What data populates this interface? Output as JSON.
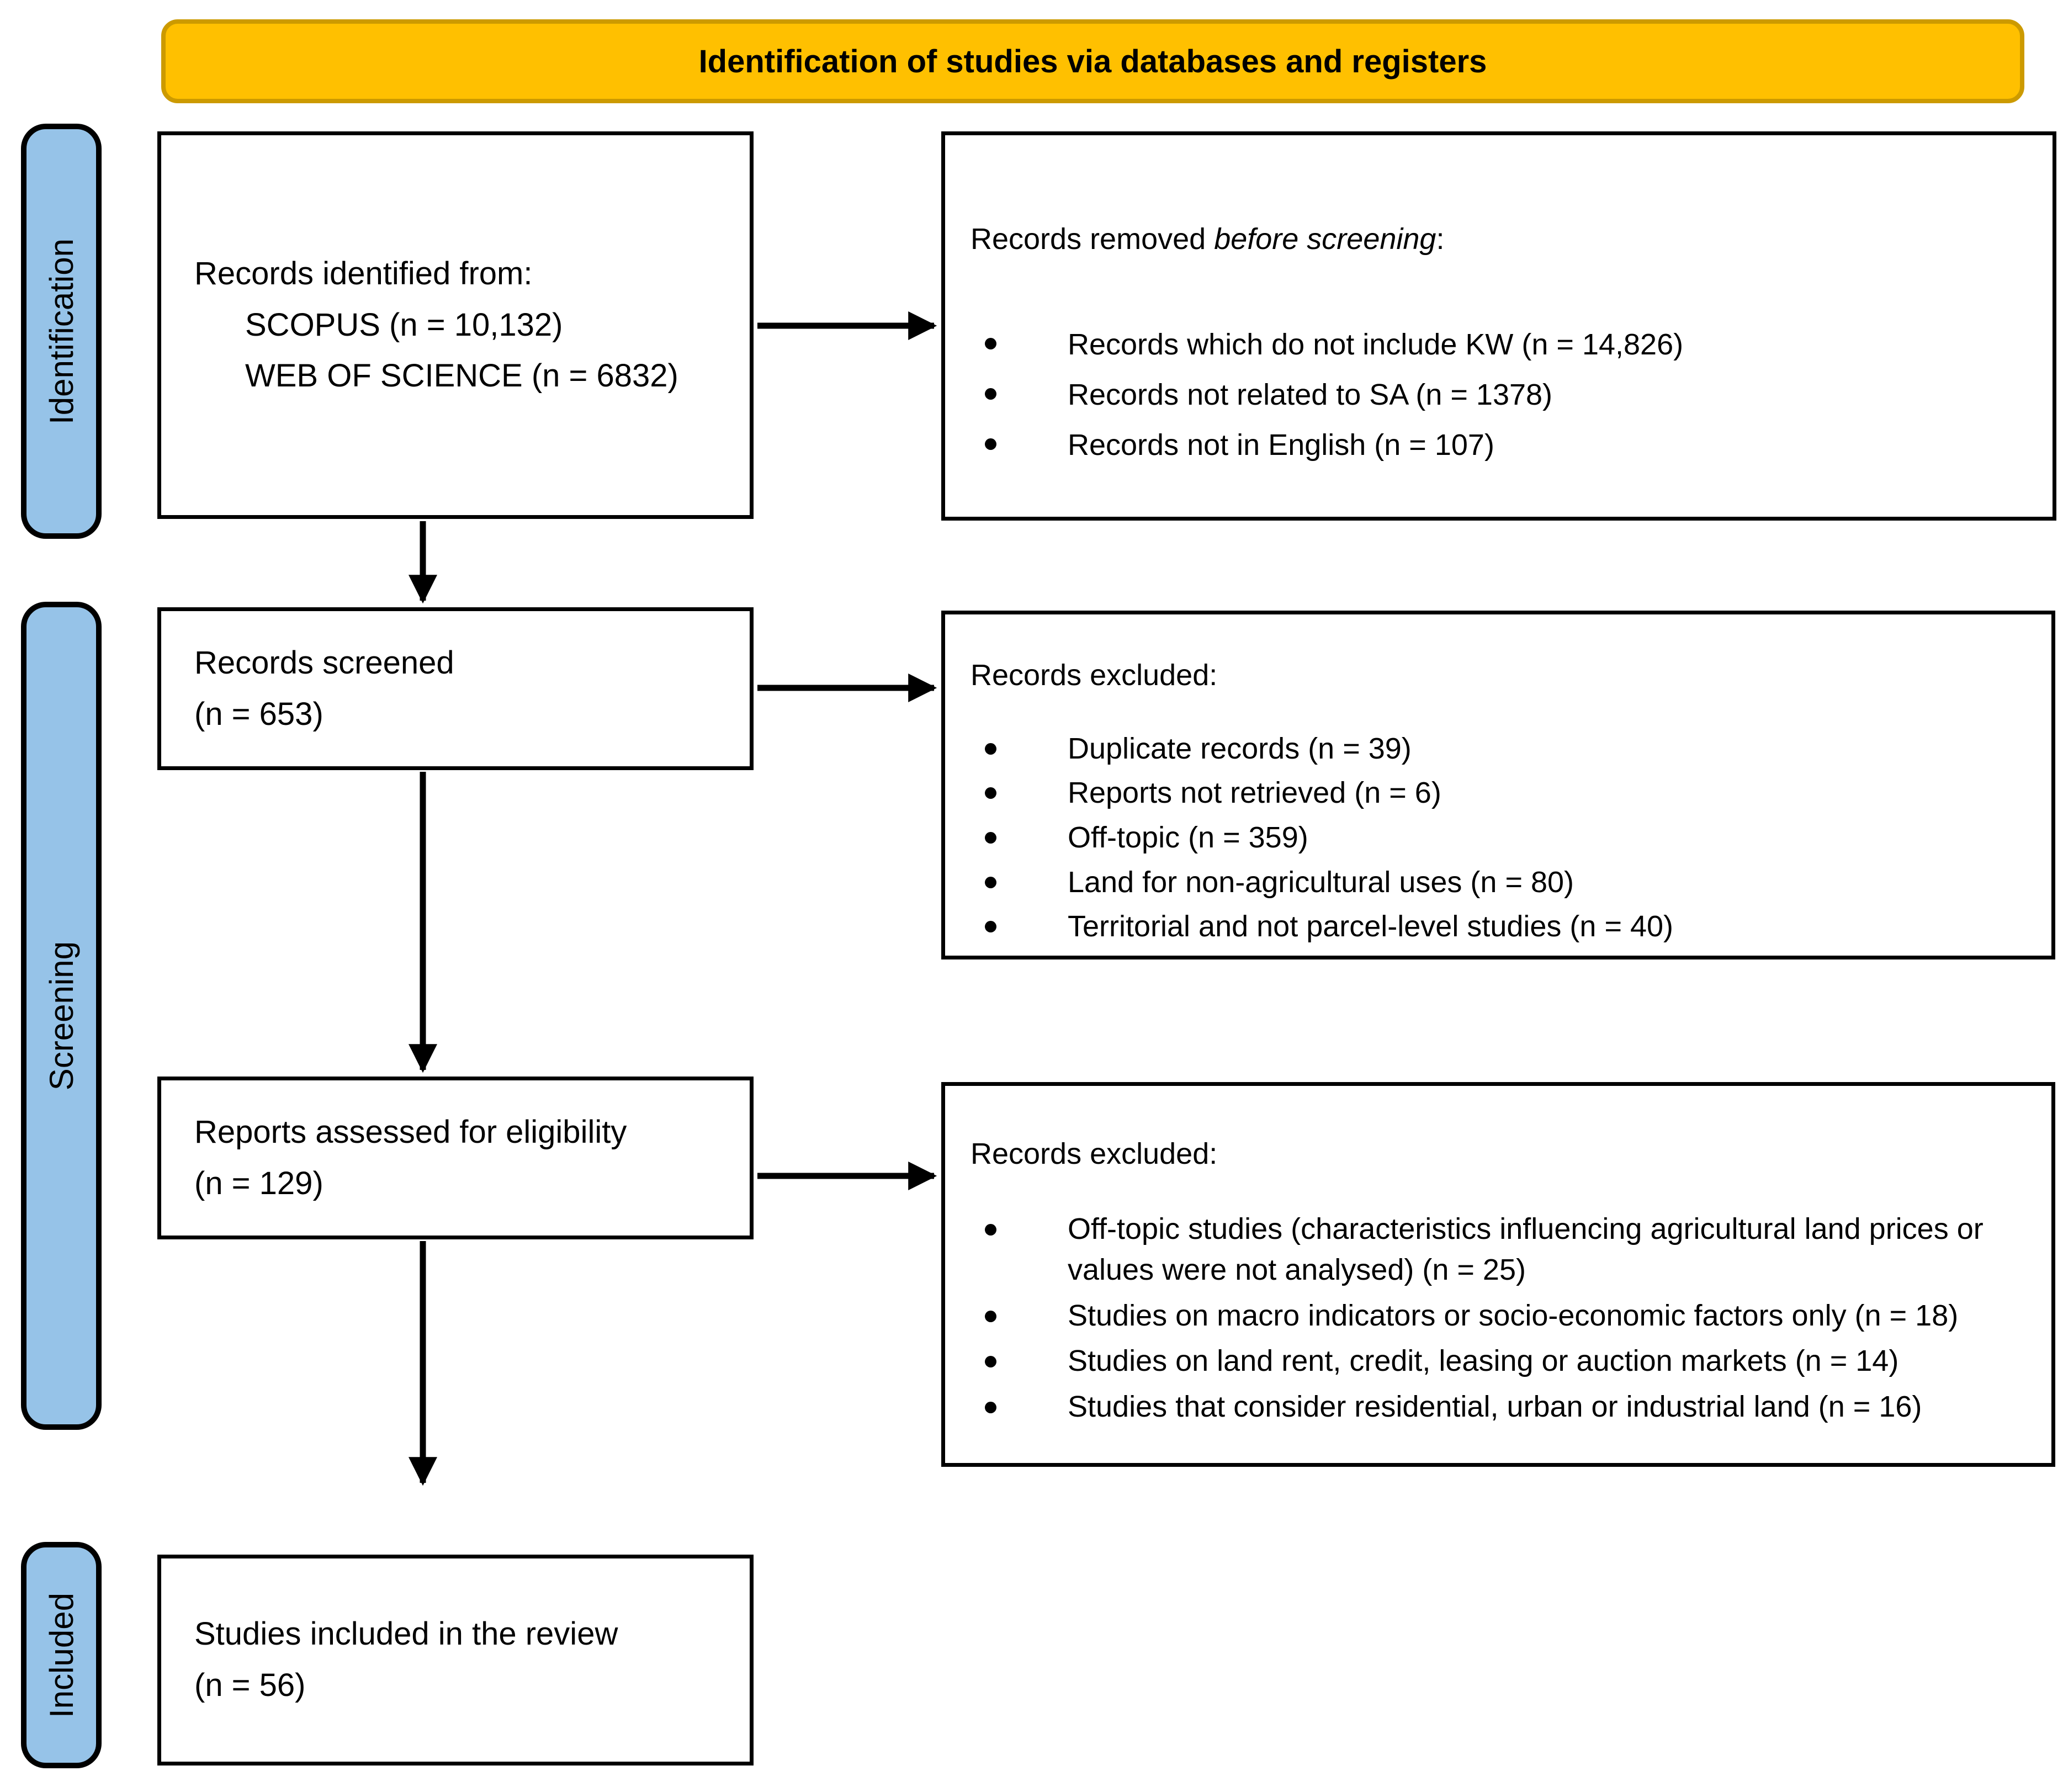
{
  "title": "Identification of studies via databases and registers",
  "stages": [
    {
      "label": "Identification"
    },
    {
      "label": "Screening"
    },
    {
      "label": "Included"
    }
  ],
  "flow": {
    "identified": {
      "intro": "Records identified from:",
      "sources": [
        "SCOPUS (n = 10,132)",
        "WEB OF SCIENCE (n = 6832)"
      ]
    },
    "removed": {
      "heading_prefix": "Records removed ",
      "heading_italic": "before screening",
      "heading_suffix": ":",
      "reasons": [
        "Records which do not include KW (n = 14,826)",
        "Records not related to SA (n = 1378)",
        "Records not in English (n = 107)"
      ]
    },
    "screened": {
      "label": "Records screened",
      "count": "(n = 653)"
    },
    "excluded_after_screening": {
      "heading": "Records excluded:",
      "reasons": [
        "Duplicate records (n = 39)",
        "Reports not retrieved (n = 6)",
        "Off-topic (n = 359)",
        "Land for non-agricultural uses (n = 80)",
        "Territorial and not parcel-level studies (n = 40)"
      ]
    },
    "assessed": {
      "label": "Reports assessed for eligibility",
      "count": "(n = 129)"
    },
    "excluded_after_eligibility": {
      "heading": "Records excluded:",
      "reasons": [
        "Off-topic studies (characteristics influencing agricultural land prices or values were not analysed) (n = 25)",
        "Studies on macro indicators or socio-economic factors only (n = 18)",
        "Studies on land rent, credit, leasing or auction markets (n = 14)",
        "Studies that consider residential, urban or industrial land (n = 16)"
      ]
    },
    "included": {
      "label": "Studies included in the review",
      "count": "(n = 56)"
    }
  },
  "colors": {
    "banner_fill": "#FFC000",
    "banner_border": "#CC9A00",
    "stage_fill": "#96C3E8",
    "box_border": "#000000",
    "arrow": "#000000",
    "background": "#FFFFFF"
  }
}
